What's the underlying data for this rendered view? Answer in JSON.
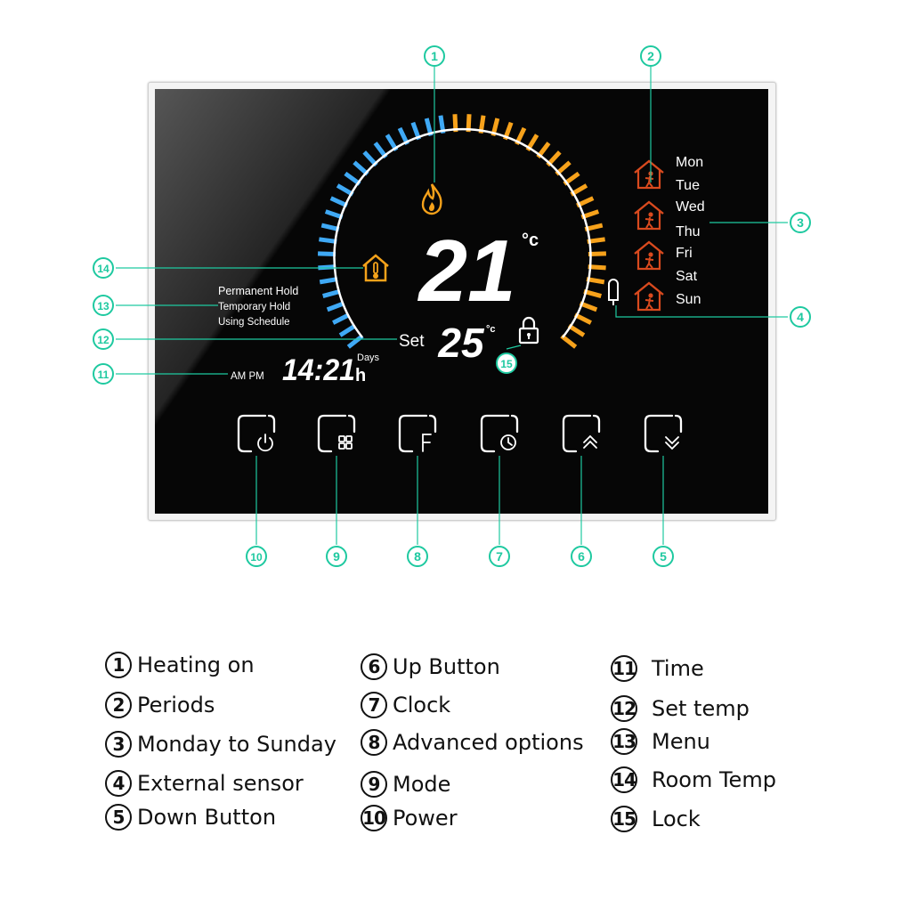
{
  "display": {
    "current_temp": "21",
    "current_unit": "°c",
    "set_label": "Set",
    "set_temp": "25",
    "set_unit": "°c",
    "time": "14:21",
    "time_suffix": "h",
    "days_label": "Days",
    "am_pm": "AM PM",
    "menu": [
      "Permanent Hold",
      "Temporary Hold",
      "Using Schedule"
    ],
    "days": [
      "Mon",
      "Tue",
      "Wed",
      "Thu",
      "Fri",
      "Sat",
      "Sun"
    ]
  },
  "colors": {
    "cold": "#3fa9f5",
    "warm": "#f7a21b",
    "callout": "#1ec9a0",
    "period_icon": "#d94a1e",
    "room_icon": "#f4a21a",
    "flame": "#f5a11a"
  },
  "icons": {
    "heating": "flame-icon",
    "room": "house-thermometer-icon",
    "lock": "lock-icon",
    "sensor": "sensor-probe-icon",
    "period": "house-person-icon"
  },
  "buttons": [
    {
      "callout": "10",
      "icon": "power-icon"
    },
    {
      "callout": "9",
      "icon": "mode-grid-icon"
    },
    {
      "callout": "8",
      "icon": "f-icon"
    },
    {
      "callout": "7",
      "icon": "clock-icon"
    },
    {
      "callout": "6",
      "icon": "chevron-up-icon"
    },
    {
      "callout": "5",
      "icon": "chevron-down-icon"
    }
  ],
  "callouts": [
    "1",
    "2",
    "3",
    "4",
    "11",
    "12",
    "13",
    "14",
    "15"
  ],
  "legend": [
    {
      "num": "1",
      "label": "Heating on"
    },
    {
      "num": "2",
      "label": "Periods"
    },
    {
      "num": "3",
      "label": "Monday to Sunday"
    },
    {
      "num": "4",
      "label": "External sensor"
    },
    {
      "num": "5",
      "label": "Down Button"
    },
    {
      "num": "6",
      "label": "Up Button"
    },
    {
      "num": "7",
      "label": "Clock"
    },
    {
      "num": "8",
      "label": "Advanced options"
    },
    {
      "num": "9",
      "label": "Mode"
    },
    {
      "num": "10",
      "label": "Power"
    },
    {
      "num": "11",
      "label": "Time"
    },
    {
      "num": "12",
      "label": "Set temp"
    },
    {
      "num": "13",
      "label": "Menu"
    },
    {
      "num": "14",
      "label": "Room Temp"
    },
    {
      "num": "15",
      "label": "Lock"
    }
  ]
}
